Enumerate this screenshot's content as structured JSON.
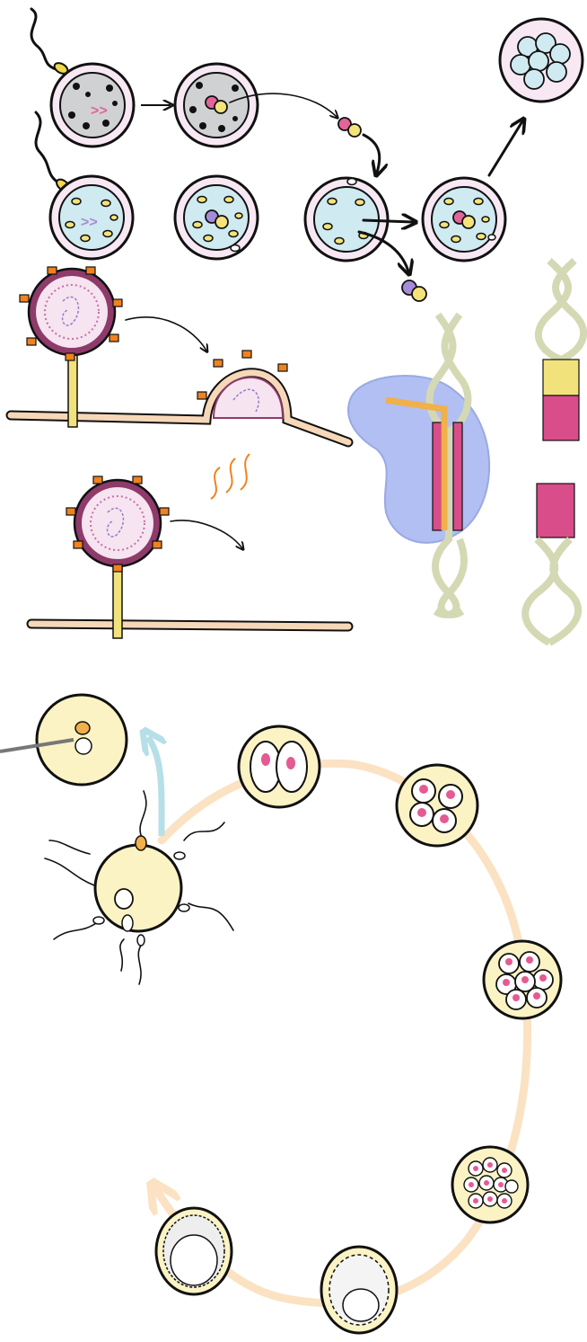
{
  "colors": {
    "outline": "#111111",
    "membrane_pink": "#f7e8f4",
    "cytoplasm_grey": "#cfd1d3",
    "cytoplasm_blue": "#cfeaf0",
    "nucleus_yellow": "#f3e37a",
    "nucleus_pink": "#e2649b",
    "nucleus_purple": "#a58bd8",
    "sperm_head": "#f0d84a",
    "virus_ring": "#8e3a6a",
    "virus_fill": "#f6e4f0",
    "spike_orange": "#f0821f",
    "membrane_tan": "#f6d7b8",
    "dna_strand": "#d4d9b4",
    "dna_pink": "#d84d8a",
    "dna_yellow": "#f1e27c",
    "enzyme_blue": "#a9b9f2",
    "oocyte_yellow": "#fbf3c4",
    "cycle_path": "#fbe2c3",
    "arrow_blue": "#b6dfe8",
    "cell_pink": "#e55a92"
  },
  "panels": {
    "fertilization_cloning": {
      "stages": 9
    },
    "virus_fusion": {
      "virions": 3
    },
    "dna_editing": {
      "helices": 3
    },
    "embryo_development": {
      "stages": 7
    }
  }
}
